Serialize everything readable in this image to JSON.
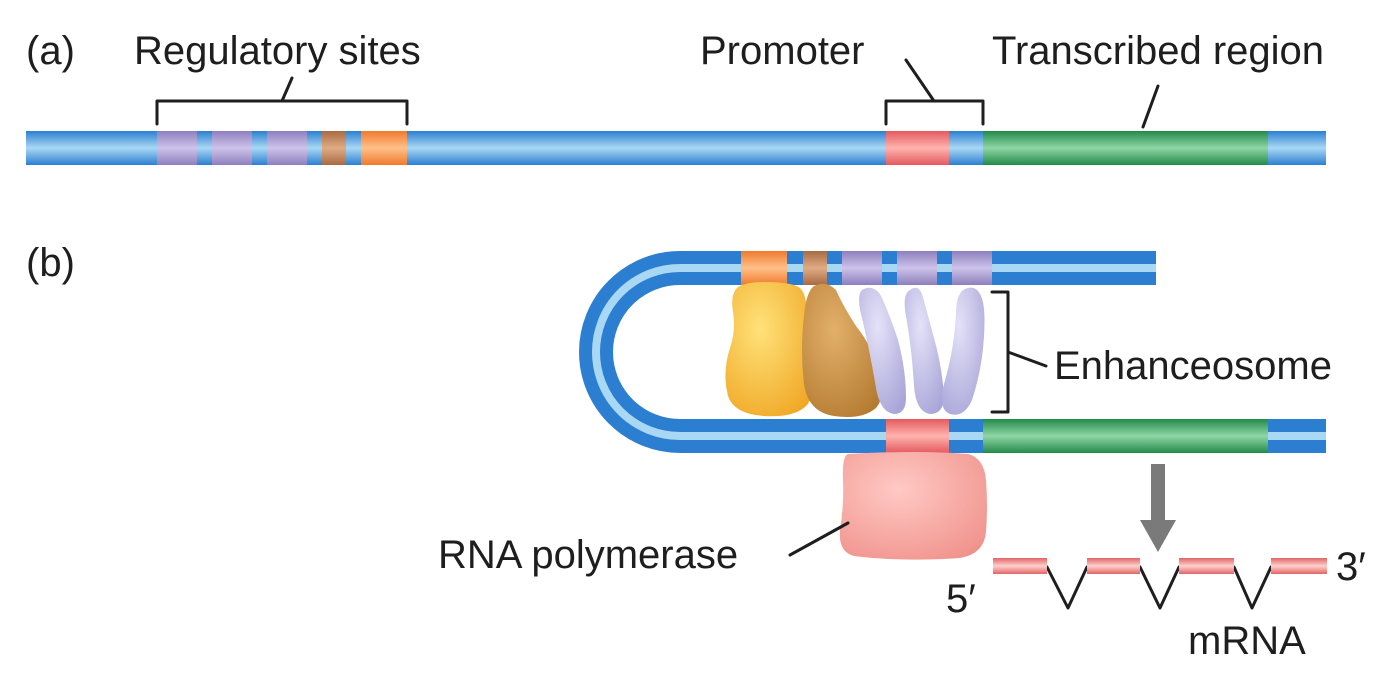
{
  "panel_a": {
    "label": "(a)",
    "regulatory_sites_label": "Regulatory sites",
    "promoter_label": "Promoter",
    "transcribed_region_label": "Transcribed region"
  },
  "panel_b": {
    "label": "(b)",
    "enhanceosome_label": "Enhanceosome",
    "rna_polymerase_label": "RNA polymerase",
    "five_prime_label": "5′",
    "three_prime_label": "3′",
    "mrna_label": "mRNA"
  },
  "colors": {
    "dna": "#2c7fd0",
    "dna_highlight": "#a9d8f5",
    "regulatory_site": "#9a8ac4",
    "regulatory_site_brown": "#b07a52",
    "regulatory_site_orange": "#f08a3e",
    "promoter": "#e96b6b",
    "transcribed_region": "#2f9a5a",
    "activator_yellow": "#f5b633",
    "activator_brown": "#c48a3c",
    "activator_lilac": "#b7b4e0",
    "rna_polymerase": "#f3a19c",
    "mrna": "#e97f80",
    "arrow": "#7a7a7a"
  }
}
